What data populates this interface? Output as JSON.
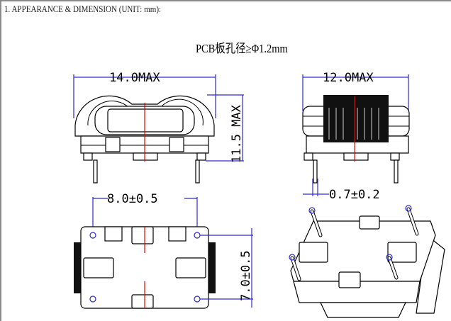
{
  "heading": "1. APPEARANCE & DIMENSION (UNIT: mm):",
  "note": "PCB板孔径≥Φ1.2mm",
  "dimensions": {
    "front_width": "14.0MAX",
    "height": "11.5 MAX",
    "side_width": "12.0MAX",
    "pin_spacing_x": "8.0±0.5",
    "pin_spacing_y": "7.0±0.5",
    "pin_diameter": "0.7±0.2"
  }
}
